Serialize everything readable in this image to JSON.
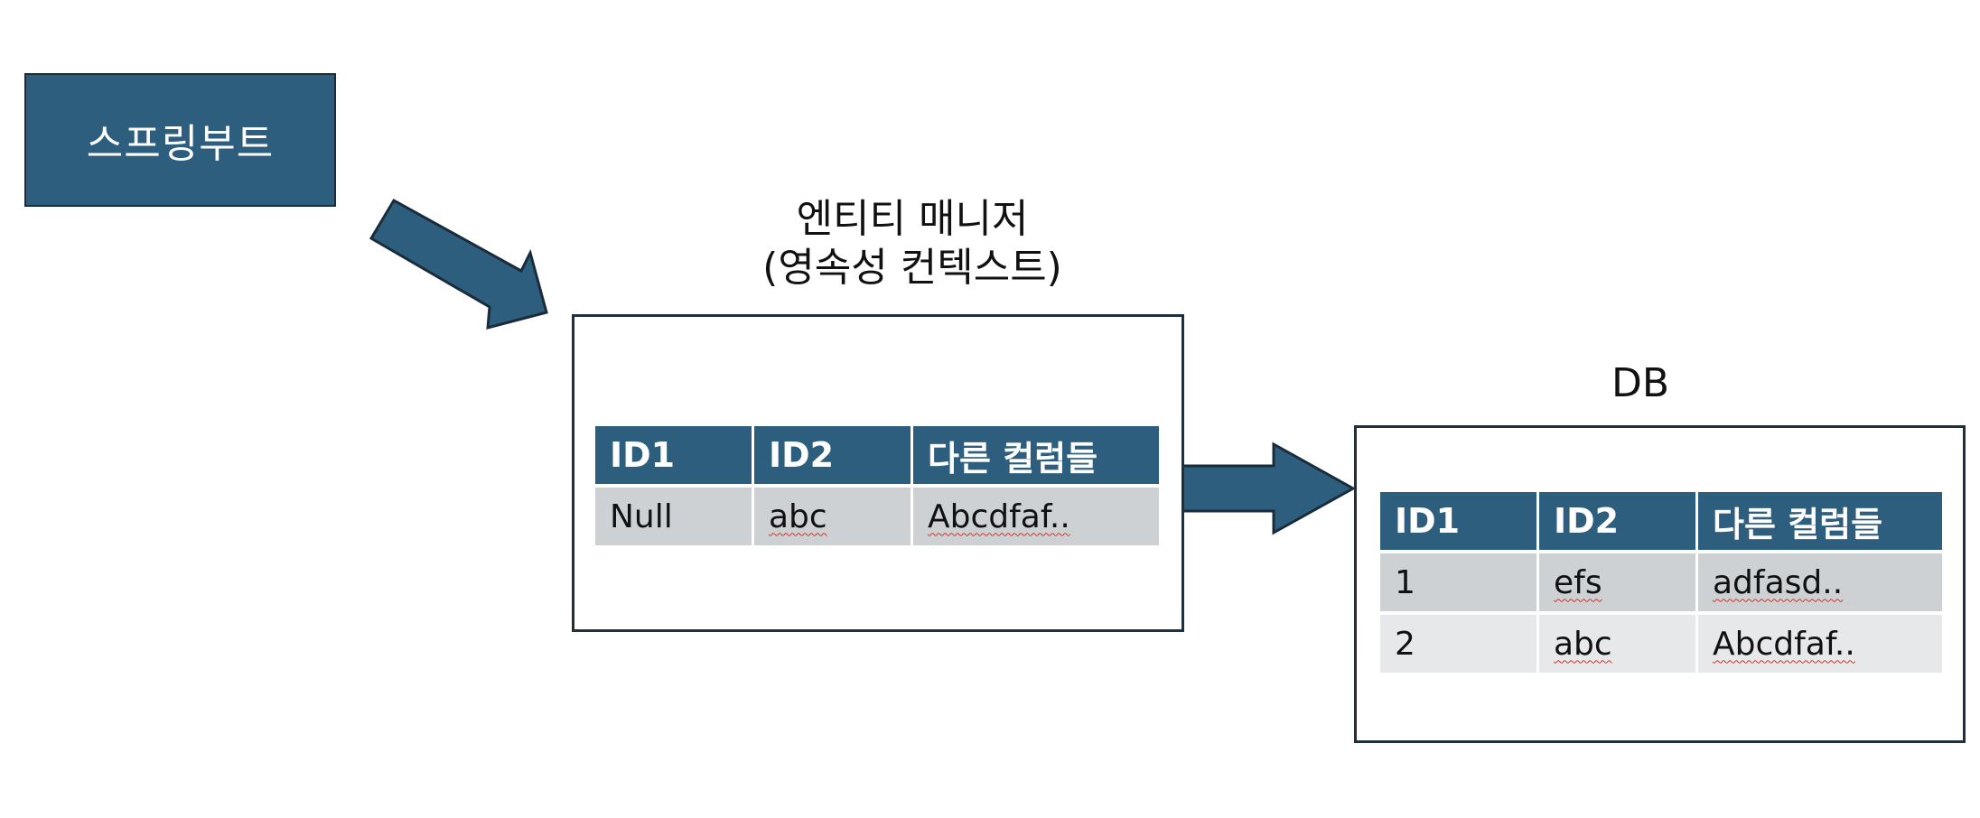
{
  "spring_boot": {
    "label": "스프링부트"
  },
  "entity_manager": {
    "title_line1": "엔티티 매니저",
    "title_line2": "(영속성 컨텍스트)",
    "table": {
      "headers": [
        "ID1",
        "ID2",
        "다른 컬럼들"
      ],
      "rows": [
        [
          "Null",
          "abc",
          "Abcdfaf.."
        ]
      ]
    }
  },
  "db": {
    "title": "DB",
    "table": {
      "headers": [
        "ID1",
        "ID2",
        "다른 컬럼들"
      ],
      "rows": [
        [
          "1",
          "efs",
          "adfasd.."
        ],
        [
          "2",
          "abc",
          "Abcdfaf.."
        ]
      ]
    }
  },
  "colors": {
    "node_fill": "#2e5e7e",
    "node_border": "#1a2c3b",
    "row_odd": "#cdd1d4",
    "row_even": "#e6e8ea",
    "spellcheck": "#d0342c"
  },
  "icons": {
    "arrow1": "arrow-right-down-icon",
    "arrow2": "arrow-right-icon"
  }
}
